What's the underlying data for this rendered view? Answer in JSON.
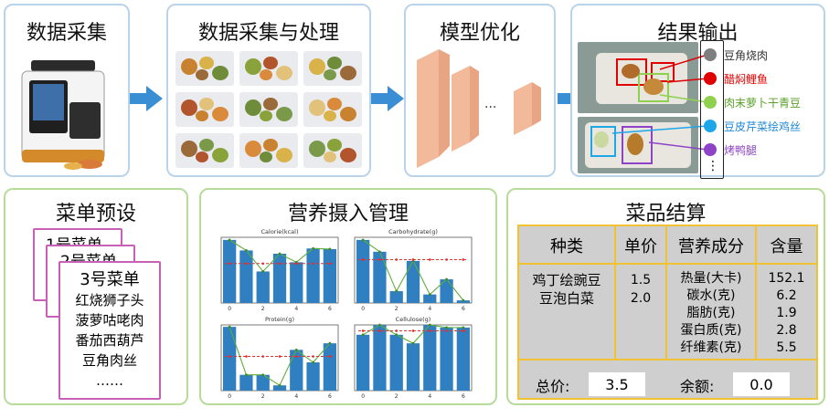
{
  "data_collection": {
    "title": "数据采集"
  },
  "processing": {
    "title": "数据采集与处理"
  },
  "model": {
    "title": "模型优化",
    "ellipsis": "..."
  },
  "output": {
    "title": "结果输出",
    "legend": [
      {
        "label": "豆角烧肉",
        "color": "#7f7f7f",
        "text_color": "#333333"
      },
      {
        "label": "醋焖鲤鱼",
        "color": "#e00000",
        "text_color": "#e00000"
      },
      {
        "label": "肉末萝卜干青豆",
        "color": "#8fd14f",
        "text_color": "#5aa028"
      },
      {
        "label": "豆皮芹菜绘鸡丝",
        "color": "#1ea7e8",
        "text_color": "#1e88d8"
      },
      {
        "label": "烤鸭腿",
        "color": "#8e44c9",
        "text_color": "#8e44c9"
      }
    ],
    "more": "⋮"
  },
  "menu": {
    "title": "菜单预设",
    "pages": [
      "1号菜单",
      "2号菜单",
      "3号菜单"
    ],
    "items": [
      "红烧狮子头",
      "菠萝咕咾肉",
      "番茄西葫芦",
      "豆角肉丝",
      "……"
    ]
  },
  "nutrition": {
    "title": "营养摄入管理"
  },
  "chart_data": [
    {
      "type": "bar",
      "title": "Calorie(kcal)",
      "x": [
        0,
        1,
        2,
        3,
        4,
        5,
        6
      ],
      "values": [
        9.6,
        8.0,
        4.8,
        7.5,
        6.2,
        8.3,
        8.2
      ],
      "reference": 6.0,
      "ylim": [
        0,
        10
      ],
      "xticks": [
        "0",
        "2",
        "4",
        "6"
      ]
    },
    {
      "type": "bar",
      "title": "Carbohydrate(g)",
      "x": [
        0,
        1,
        2,
        3,
        4,
        5,
        6
      ],
      "values": [
        9.6,
        7.8,
        1.8,
        6.4,
        1.3,
        3.6,
        0.4
      ],
      "reference": 6.6,
      "ylim": [
        0,
        10
      ],
      "xticks": [
        "0",
        "2",
        "4",
        "6"
      ]
    },
    {
      "type": "bar",
      "title": "Protein(g)",
      "x": [
        0,
        1,
        2,
        3,
        4,
        5,
        6
      ],
      "values": [
        9.7,
        2.4,
        2.4,
        0.8,
        6.2,
        4.3,
        7.2
      ],
      "reference": 5.2,
      "ylim": [
        0,
        10
      ],
      "xticks": [
        "0",
        "2",
        "4",
        "6"
      ]
    },
    {
      "type": "bar",
      "title": "Cellulose(g)",
      "x": [
        0,
        1,
        2,
        3,
        4,
        5,
        6
      ],
      "values": [
        8.5,
        10.0,
        8.5,
        7.2,
        10.0,
        9.6,
        9.6
      ],
      "reference": 9.1,
      "ylim": [
        0,
        10
      ],
      "xticks": [
        "0",
        "2",
        "4",
        "6"
      ]
    }
  ],
  "settlement": {
    "title": "菜品结算",
    "headers": [
      "种类",
      "单价",
      "营养成分",
      "含量"
    ],
    "dishes": [
      "鸡丁绘豌豆",
      "豆泡白菜"
    ],
    "prices": [
      "1.5",
      "2.0"
    ],
    "nutrients": [
      "热量(大卡)",
      "碳水(克)",
      "脂肪(克)",
      "蛋白质(克)",
      "纤维素(克)"
    ],
    "amounts": [
      "152.1",
      "6.2",
      "1.9",
      "2.8",
      "5.5"
    ],
    "total_label": "总价:",
    "total_value": "3.5",
    "balance_label": "余额:",
    "balance_value": "0.0"
  }
}
